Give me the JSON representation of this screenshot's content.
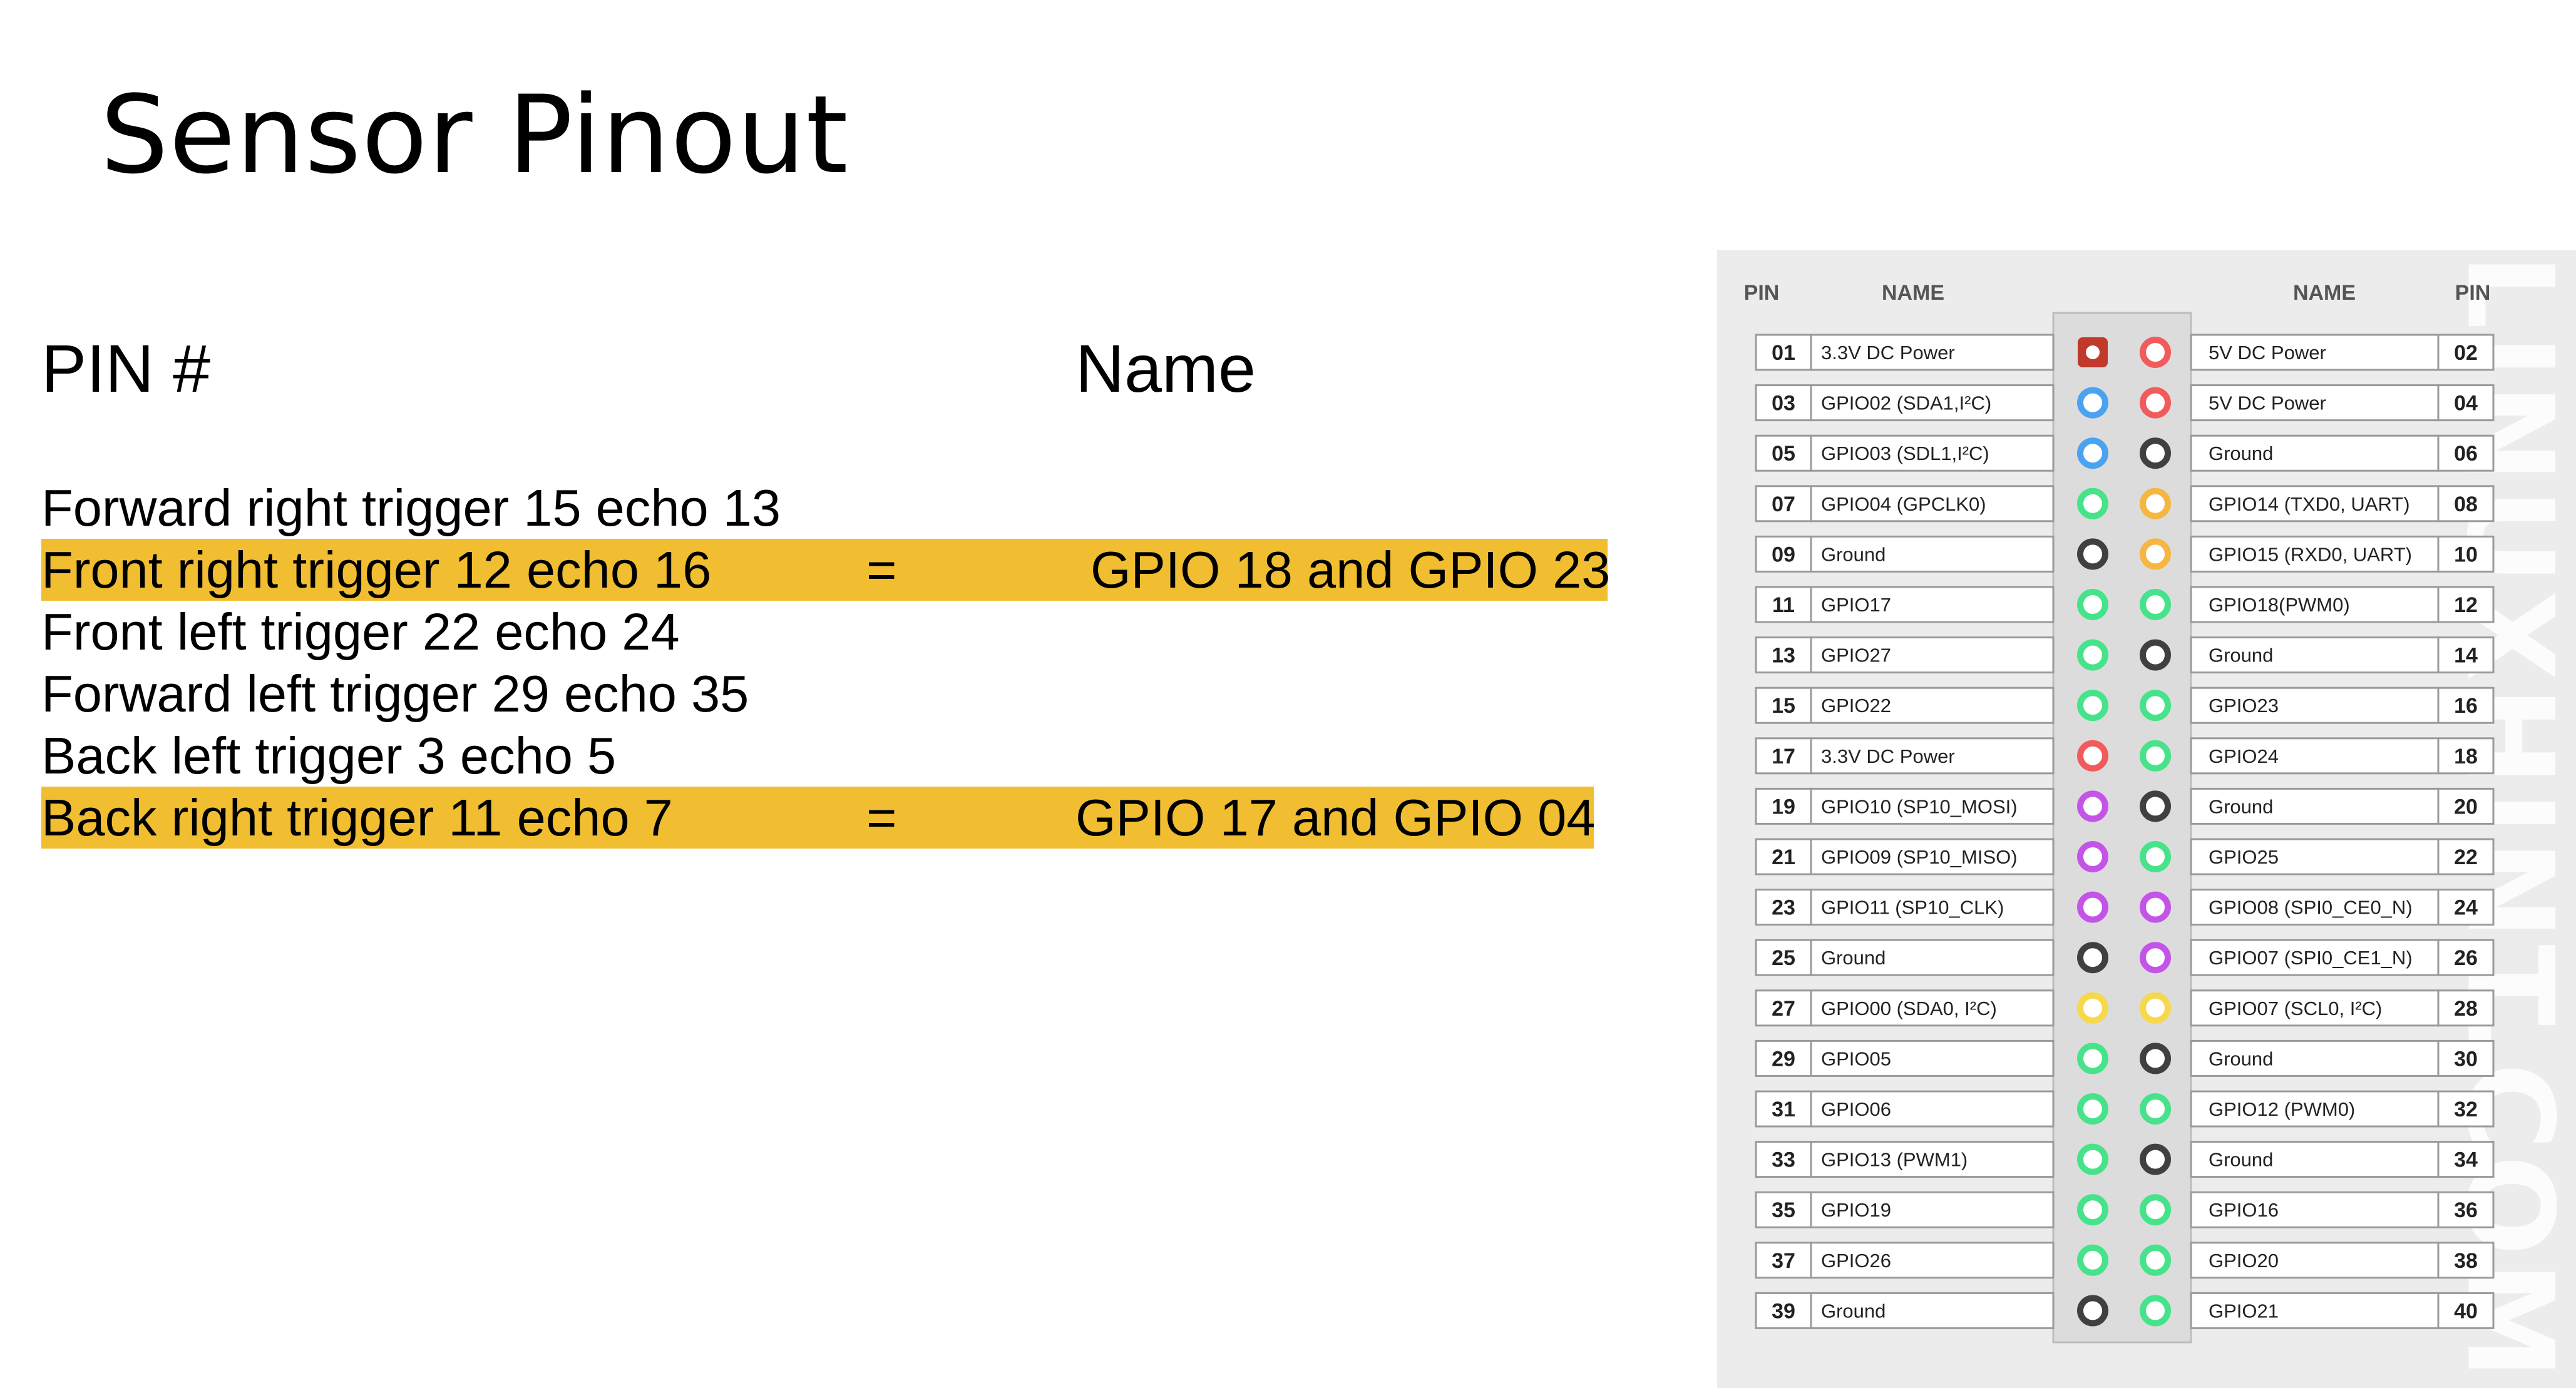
{
  "title": "Sensor Pinout",
  "headers": {
    "pin": "PIN #",
    "name": "Name"
  },
  "sensors": [
    {
      "text": "Forward right trigger 15 echo 13",
      "highlighted": false
    },
    {
      "text": "Front right trigger 12 echo 16",
      "highlighted": true,
      "eq": "=",
      "gpio": "GPIO 18 and GPIO 23"
    },
    {
      "text": "Front left trigger 22 echo 24",
      "highlighted": false
    },
    {
      "text": "Forward left trigger 29 echo 35",
      "highlighted": false
    },
    {
      "text": "Back left trigger 3 echo 5",
      "highlighted": false
    },
    {
      "text": "Back right trigger 11 echo 7",
      "highlighted": true,
      "eq": "=",
      "gpio": "GPIO 17 and GPIO 04"
    }
  ],
  "highlight_color": "#f1be32",
  "pinout": {
    "watermark": "LINUXHINT.COM",
    "header_pin": "PIN",
    "header_name": "NAME",
    "colors": {
      "power3v3": "#e8413c",
      "power5v": "#f25b5b",
      "ground": "#404040",
      "gpio": "#46e38a",
      "i2c": "#4aa3f0",
      "uart": "#f5b642",
      "spi": "#c454e8",
      "eeprom": "#f7d84a"
    },
    "rows": [
      {
        "l_pin": "01",
        "l_name": "3.3V DC Power",
        "l_type": "power3v3",
        "r_pin": "02",
        "r_name": "5V DC Power",
        "r_type": "power5v"
      },
      {
        "l_pin": "03",
        "l_name": "GPIO02 (SDA1,I²C)",
        "l_type": "i2c",
        "r_pin": "04",
        "r_name": "5V DC Power",
        "r_type": "power5v"
      },
      {
        "l_pin": "05",
        "l_name": "GPIO03 (SDL1,I²C)",
        "l_type": "i2c",
        "r_pin": "06",
        "r_name": "Ground",
        "r_type": "ground"
      },
      {
        "l_pin": "07",
        "l_name": "GPIO04 (GPCLK0)",
        "l_type": "gpio",
        "r_pin": "08",
        "r_name": "GPIO14 (TXD0, UART)",
        "r_type": "uart"
      },
      {
        "l_pin": "09",
        "l_name": "Ground",
        "l_type": "ground",
        "r_pin": "10",
        "r_name": "GPIO15 (RXD0, UART)",
        "r_type": "uart"
      },
      {
        "l_pin": "11",
        "l_name": "GPIO17",
        "l_type": "gpio",
        "r_pin": "12",
        "r_name": "GPIO18(PWM0)",
        "r_type": "gpio"
      },
      {
        "l_pin": "13",
        "l_name": "GPIO27",
        "l_type": "gpio",
        "r_pin": "14",
        "r_name": "Ground",
        "r_type": "ground"
      },
      {
        "l_pin": "15",
        "l_name": "GPIO22",
        "l_type": "gpio",
        "r_pin": "16",
        "r_name": "GPIO23",
        "r_type": "gpio"
      },
      {
        "l_pin": "17",
        "l_name": "3.3V DC Power",
        "l_type": "power5v",
        "r_pin": "18",
        "r_name": "GPIO24",
        "r_type": "gpio"
      },
      {
        "l_pin": "19",
        "l_name": "GPIO10 (SP10_MOSI)",
        "l_type": "spi",
        "r_pin": "20",
        "r_name": "Ground",
        "r_type": "ground"
      },
      {
        "l_pin": "21",
        "l_name": "GPIO09 (SP10_MISO)",
        "l_type": "spi",
        "r_pin": "22",
        "r_name": "GPIO25",
        "r_type": "gpio"
      },
      {
        "l_pin": "23",
        "l_name": "GPIO11 (SP10_CLK)",
        "l_type": "spi",
        "r_pin": "24",
        "r_name": "GPIO08 (SPI0_CE0_N)",
        "r_type": "spi"
      },
      {
        "l_pin": "25",
        "l_name": "Ground",
        "l_type": "ground",
        "r_pin": "26",
        "r_name": "GPIO07 (SPI0_CE1_N)",
        "r_type": "spi"
      },
      {
        "l_pin": "27",
        "l_name": "GPIO00 (SDA0, I²C)",
        "l_type": "eeprom",
        "r_pin": "28",
        "r_name": "GPIO07 (SCL0, I²C)",
        "r_type": "eeprom"
      },
      {
        "l_pin": "29",
        "l_name": "GPIO05",
        "l_type": "gpio",
        "r_pin": "30",
        "r_name": "Ground",
        "r_type": "ground"
      },
      {
        "l_pin": "31",
        "l_name": "GPIO06",
        "l_type": "gpio",
        "r_pin": "32",
        "r_name": "GPIO12 (PWM0)",
        "r_type": "gpio"
      },
      {
        "l_pin": "33",
        "l_name": "GPIO13 (PWM1)",
        "l_type": "gpio",
        "r_pin": "34",
        "r_name": "Ground",
        "r_type": "ground"
      },
      {
        "l_pin": "35",
        "l_name": "GPIO19",
        "l_type": "gpio",
        "r_pin": "36",
        "r_name": "GPIO16",
        "r_type": "gpio"
      },
      {
        "l_pin": "37",
        "l_name": "GPIO26",
        "l_type": "gpio",
        "r_pin": "38",
        "r_name": "GPIO20",
        "r_type": "gpio"
      },
      {
        "l_pin": "39",
        "l_name": "Ground",
        "l_type": "ground",
        "r_pin": "40",
        "r_name": "GPIO21",
        "r_type": "gpio"
      }
    ]
  }
}
